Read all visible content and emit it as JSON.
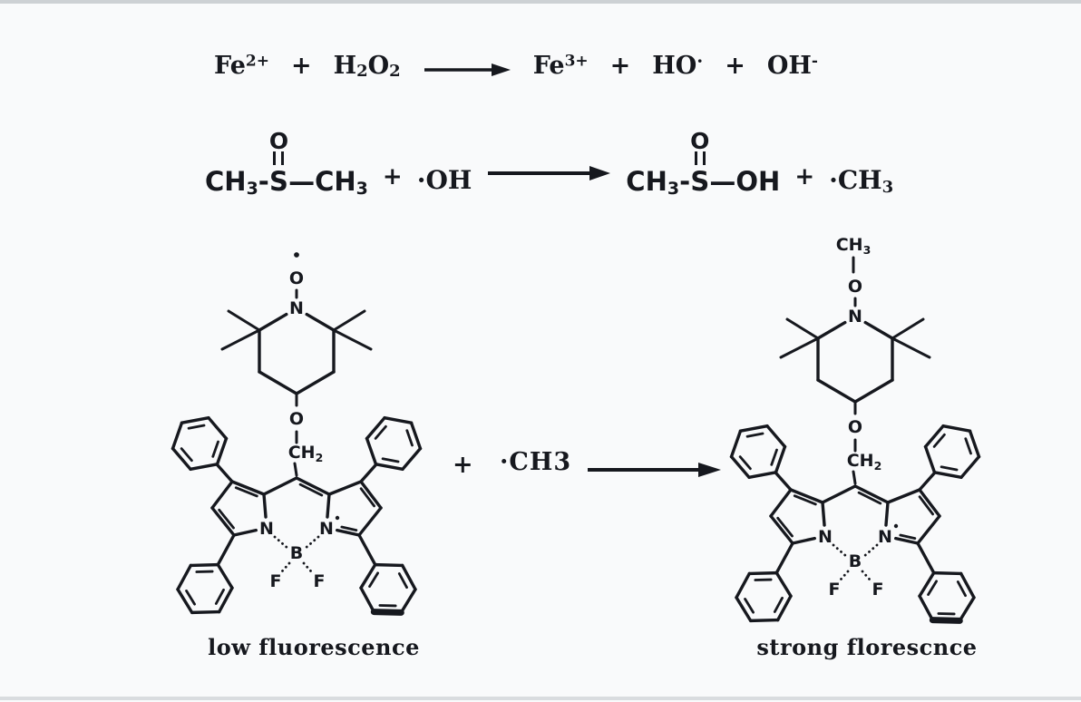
{
  "colors": {
    "ink": "#16181e",
    "background": "#f9fafb",
    "frame_strip": "#cdd1d4"
  },
  "fenton_equation": {
    "fe2_base": "Fe",
    "fe2_charge": "2+",
    "plus_1": "+",
    "h2o2": {
      "h": "H",
      "h_sub": "2",
      "o": "O",
      "o_sub": "2"
    },
    "fe3_base": "Fe",
    "fe3_charge": "3+",
    "plus_2": "+",
    "hydroxyl_radical_base": "HO",
    "hydroxyl_radical_dot": "·",
    "plus_3": "+",
    "hydroxide_base": "OH",
    "hydroxide_charge": "-"
  },
  "dmso_equation": {
    "dmso": {
      "ch_left": "CH",
      "ch_left_sub": "3",
      "bond_left": "-",
      "oxygen_top": "O",
      "sulfur": "S",
      "bond_right": "—",
      "ch_right": "CH",
      "ch_right_sub": "3"
    },
    "plus_1": "+",
    "hydroxyl_radical": "·OH",
    "msa": {
      "ch": "CH",
      "ch_sub": "3",
      "bond_left": "-",
      "oxygen_top": "O",
      "sulfur": "S",
      "bond_right": "—",
      "oh": "OH"
    },
    "plus_2": "+",
    "methyl_radical": {
      "dot": "·",
      "base": "CH",
      "sub": "3"
    }
  },
  "probe_reaction": {
    "plus": "+",
    "methyl_radical": "·CH3"
  },
  "molecules": {
    "atom_labels": {
      "nitrogen": "N",
      "oxygen": "O",
      "boron": "B",
      "fluorine": "F",
      "ch2_base": "CH",
      "ch2_sub": "2",
      "ch3_base": "CH",
      "ch3_sub": "3"
    },
    "left": {
      "caption": "low fluorescence",
      "cap": "radical"
    },
    "right": {
      "caption": "strong florescnce",
      "cap": "methyl"
    }
  }
}
